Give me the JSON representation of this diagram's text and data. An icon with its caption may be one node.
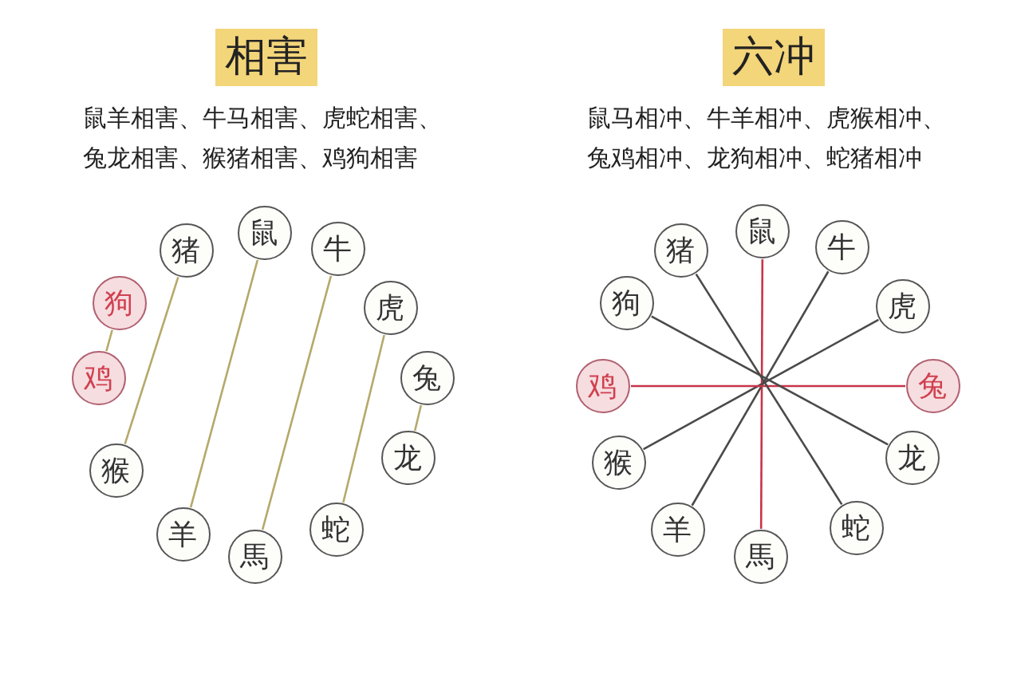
{
  "diagram": {
    "nodes": [
      {
        "text": [
          "鼠"
        ]
      },
      {
        "text": [
          "牛"
        ]
      },
      {
        "text": [
          "虎"
        ]
      },
      {
        "text": [
          "兔"
        ]
      },
      {
        "text": [
          "龙"
        ]
      },
      {
        "text": [
          "蛇"
        ]
      },
      {
        "text": [
          "馬"
        ]
      },
      {
        "text": [
          "羊"
        ]
      },
      {
        "text": [
          "猴"
        ]
      },
      {
        "text": [
          "鸡"
        ]
      },
      {
        "text": [
          "狗"
        ]
      },
      {
        "text": [
          "猪"
        ]
      },
      {
        "text": [
          "鼠"
        ]
      },
      {
        "text": [
          "牛"
        ]
      },
      {
        "text": [
          "虎"
        ]
      },
      {
        "text": [
          "兔"
        ]
      },
      {
        "text": [
          "龙"
        ]
      },
      {
        "text": [
          "蛇"
        ]
      },
      {
        "text": [
          "馬"
        ]
      },
      {
        "text": [
          "羊"
        ]
      },
      {
        "text": [
          "猴"
        ]
      },
      {
        "text": [
          "鸡"
        ]
      },
      {
        "text": [
          "狗"
        ]
      },
      {
        "text": [
          "猪"
        ]
      }
    ],
    "edges": [
      {
        "from": 10,
        "to": 9,
        "arrow": "none"
      },
      {
        "from": 11,
        "to": 8,
        "arrow": "none"
      },
      {
        "from": 0,
        "to": 7,
        "arrow": "none"
      },
      {
        "from": 1,
        "to": 6,
        "arrow": "none"
      },
      {
        "from": 2,
        "to": 5,
        "arrow": "none"
      },
      {
        "from": 3,
        "to": 4,
        "arrow": "none"
      },
      {
        "from": 12,
        "to": 18,
        "arrow": "none",
        "color": "#c8354a"
      },
      {
        "from": 13,
        "to": 19,
        "arrow": "none",
        "color": "#4a4a4a"
      },
      {
        "from": 14,
        "to": 20,
        "arrow": "none",
        "color": "#4a4a4a"
      },
      {
        "from": 15,
        "to": 21,
        "arrow": "none",
        "color": "#c8354a"
      },
      {
        "from": 16,
        "to": 22,
        "arrow": "none",
        "color": "#4a4a4a"
      },
      {
        "from": 17,
        "to": 23,
        "arrow": "none",
        "color": "#4a4a4a"
      }
    ],
    "labels": [
      "相害",
      "六冲",
      "鼠羊相害、牛马相害、虎蛇相害、兔龙相害、猴猪相害、鸡狗相害",
      "鼠马相冲、牛羊相冲、虎猴相冲、兔鸡相冲、龙狗相冲、蛇猪相冲"
    ]
  }
}
